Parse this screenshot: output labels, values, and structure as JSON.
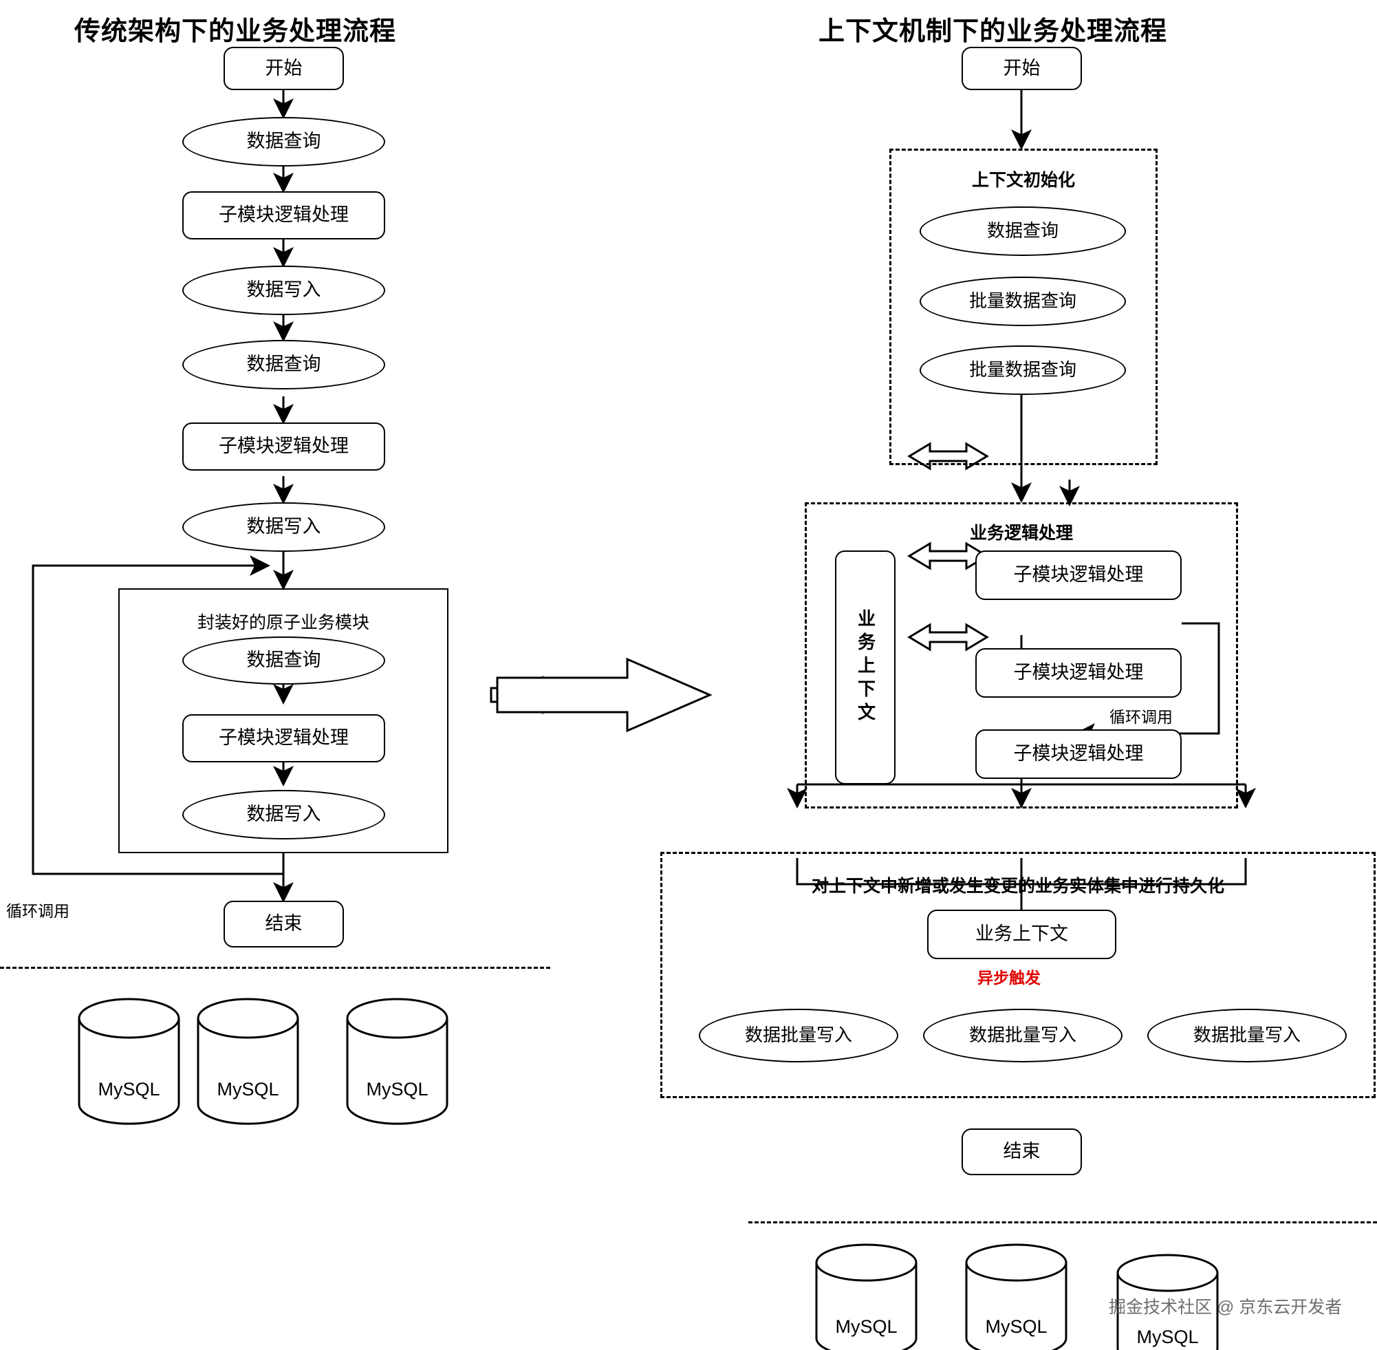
{
  "titles": {
    "left": "传统架构下的业务处理流程",
    "right": "上下文机制下的业务处理流程"
  },
  "left_flow": {
    "start": "开始",
    "steps": [
      {
        "label": "数据查询",
        "shape": "ellipse"
      },
      {
        "label": "子模块逻辑处理",
        "shape": "rrect"
      },
      {
        "label": "数据写入",
        "shape": "ellipse"
      },
      {
        "label": "数据查询",
        "shape": "ellipse"
      },
      {
        "label": "子模块逻辑处理",
        "shape": "rrect"
      },
      {
        "label": "数据写入",
        "shape": "ellipse"
      }
    ],
    "module_group": {
      "title": "封装好的原子业务模块",
      "steps": [
        {
          "label": "数据查询",
          "shape": "ellipse"
        },
        {
          "label": "子模块逻辑处理",
          "shape": "rrect"
        },
        {
          "label": "数据写入",
          "shape": "ellipse"
        }
      ]
    },
    "loop_label": "循环调用",
    "end": "结束",
    "databases": [
      "MySQL",
      "MySQL",
      "MySQL"
    ]
  },
  "right_flow": {
    "start": "开始",
    "context_init": {
      "title": "上下文初始化",
      "steps": [
        {
          "label": "数据查询",
          "shape": "ellipse"
        },
        {
          "label": "批量数据查询",
          "shape": "ellipse"
        },
        {
          "label": "批量数据查询",
          "shape": "ellipse"
        }
      ]
    },
    "business_logic": {
      "title": "业务逻辑处理",
      "context_box": "业务上下文",
      "steps": [
        {
          "label": "子模块逻辑处理",
          "shape": "rrect"
        },
        {
          "label": "子模块逻辑处理",
          "shape": "rrect"
        },
        {
          "label": "子模块逻辑处理",
          "shape": "rrect"
        }
      ],
      "loop_label": "循环调用"
    },
    "persistence": {
      "title": "对上下文中新增或发生变更的业务实体集中进行持久化",
      "context_box": "业务上下文",
      "trigger_label": "异步触发",
      "writes": [
        {
          "label": "数据批量写入",
          "shape": "ellipse"
        },
        {
          "label": "数据批量写入",
          "shape": "ellipse"
        },
        {
          "label": "数据批量写入",
          "shape": "ellipse"
        }
      ]
    },
    "end": "结束",
    "databases": [
      "MySQL",
      "MySQL",
      "MySQL"
    ]
  },
  "transition_arrow": "big-right-arrow",
  "watermark": "掘金技术社区 @ 京东云开发者",
  "colors": {
    "stroke": "#000000",
    "background": "#ffffff",
    "accent_red": "#e00000"
  }
}
